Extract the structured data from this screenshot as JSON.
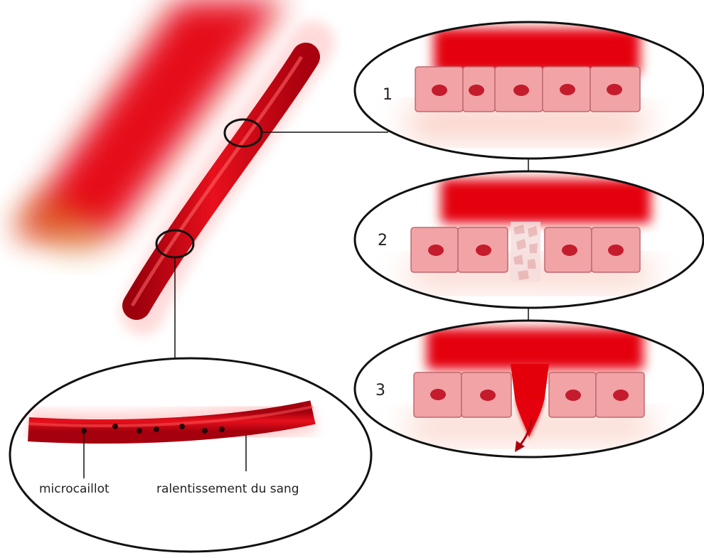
{
  "panels": [
    {
      "number": "1",
      "stage": "intact-endothelium"
    },
    {
      "number": "2",
      "stage": "damaged-endothelial-cell"
    },
    {
      "number": "3",
      "stage": "blood-leaking-through-gap"
    }
  ],
  "detail": {
    "label_microclot": "microcaillot",
    "label_slowdown": "ralentissement du sang"
  },
  "colors": {
    "blood": "#e4000a",
    "vessel_dark": "#b00010",
    "cell_fill": "#f2a3a6",
    "cell_stroke": "#c06870",
    "nucleus": "#c41c2c",
    "outline": "#111111"
  }
}
